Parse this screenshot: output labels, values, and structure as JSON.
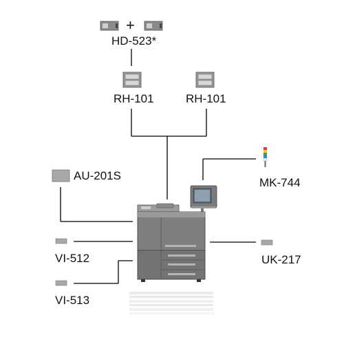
{
  "labels": {
    "hd": "HD-523*",
    "rh_left": "RH-101",
    "rh_right": "RH-101",
    "au": "AU-201S",
    "mk": "MK-744",
    "vi512": "VI-512",
    "uk": "UK-217",
    "vi513": "VI-513"
  },
  "plus_sign": "+",
  "colors": {
    "line": "#000000",
    "device_dark": "#6b6b6b",
    "device_light": "#a9a9a9"
  }
}
